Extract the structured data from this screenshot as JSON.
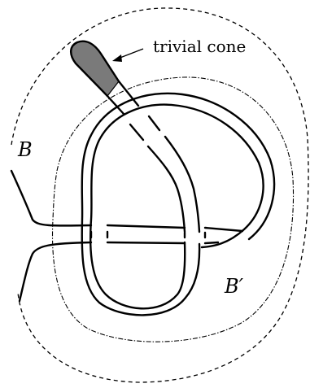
{
  "labels": {
    "outer_ball": "B",
    "inner_ball": "B′",
    "cone": "trivial cone"
  },
  "colors": {
    "ink": "#000000",
    "cone_fill": "#7a7a7a",
    "background": "#ffffff"
  }
}
